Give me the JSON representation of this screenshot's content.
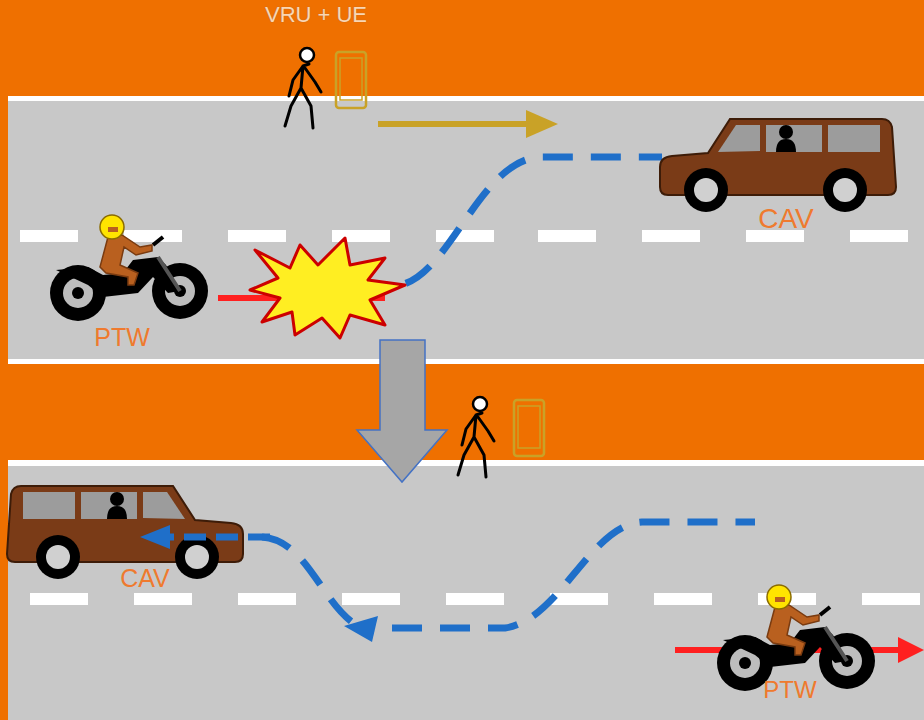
{
  "diagram": {
    "labels": [
      "VRU + UE",
      "CAV",
      "PTW",
      "CAV",
      "PTW"
    ]
  }
}
